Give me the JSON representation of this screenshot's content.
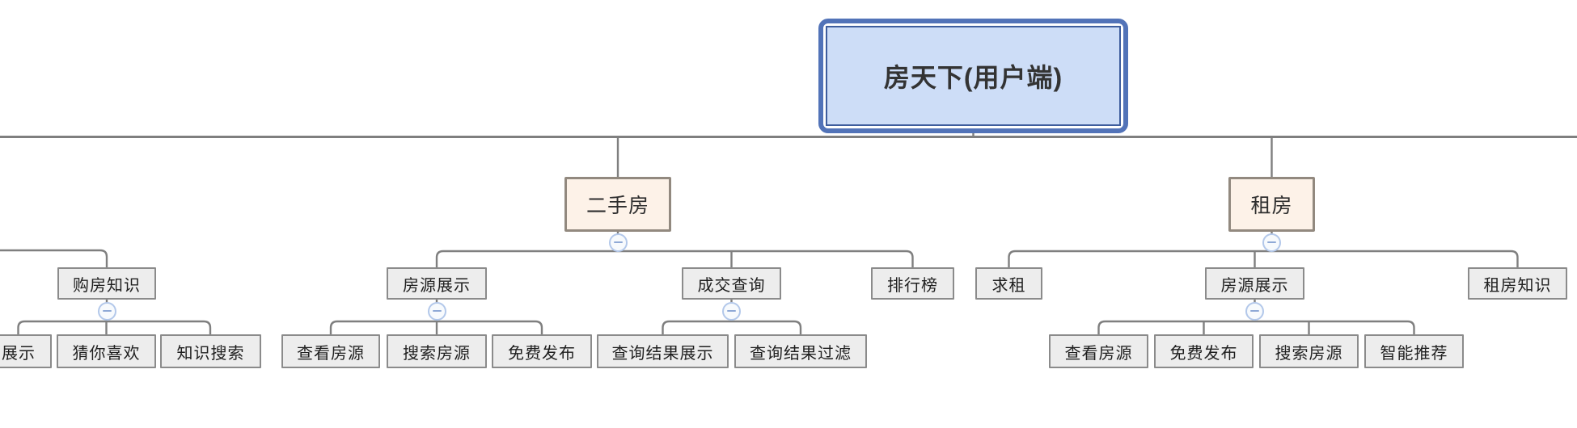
{
  "app": "mind-map-canvas",
  "icons": {
    "collapse": "minus-circle"
  },
  "colors": {
    "canvas_bg": "#ffffff",
    "connector": "#7f7f7f",
    "root_fill": "#cdddf7",
    "root_border_outer": "#5273b8",
    "root_border_inner": "#3e5d9d",
    "branch_fill": "#fdf2e8",
    "branch_border": "#92897f",
    "topic_fill": "#ededed",
    "topic_border": "#8b8b8b",
    "collapse_ring": "#b3c8ea",
    "collapse_glyph": "#8fa9d6"
  },
  "tree": {
    "root": {
      "label": "房天下(用户端)"
    },
    "left_partial": {
      "node": {
        "label": "购房知识"
      },
      "children": [
        {
          "label": "展示"
        },
        {
          "label": "猜你喜欢"
        },
        {
          "label": "知识搜索"
        }
      ]
    },
    "branches": [
      {
        "label": "二手房",
        "children": [
          {
            "label": "房源展示",
            "children": [
              {
                "label": "查看房源"
              },
              {
                "label": "搜索房源"
              },
              {
                "label": "免费发布"
              }
            ]
          },
          {
            "label": "成交查询",
            "children": [
              {
                "label": "查询结果展示"
              },
              {
                "label": "查询结果过滤"
              }
            ]
          },
          {
            "label": "排行榜",
            "children": []
          }
        ]
      },
      {
        "label": "租房",
        "children": [
          {
            "label": "求租",
            "children": []
          },
          {
            "label": "房源展示",
            "children": [
              {
                "label": "查看房源"
              },
              {
                "label": "免费发布"
              },
              {
                "label": "搜索房源"
              },
              {
                "label": "智能推荐"
              }
            ]
          },
          {
            "label": "租房知识",
            "children": []
          }
        ]
      }
    ]
  }
}
